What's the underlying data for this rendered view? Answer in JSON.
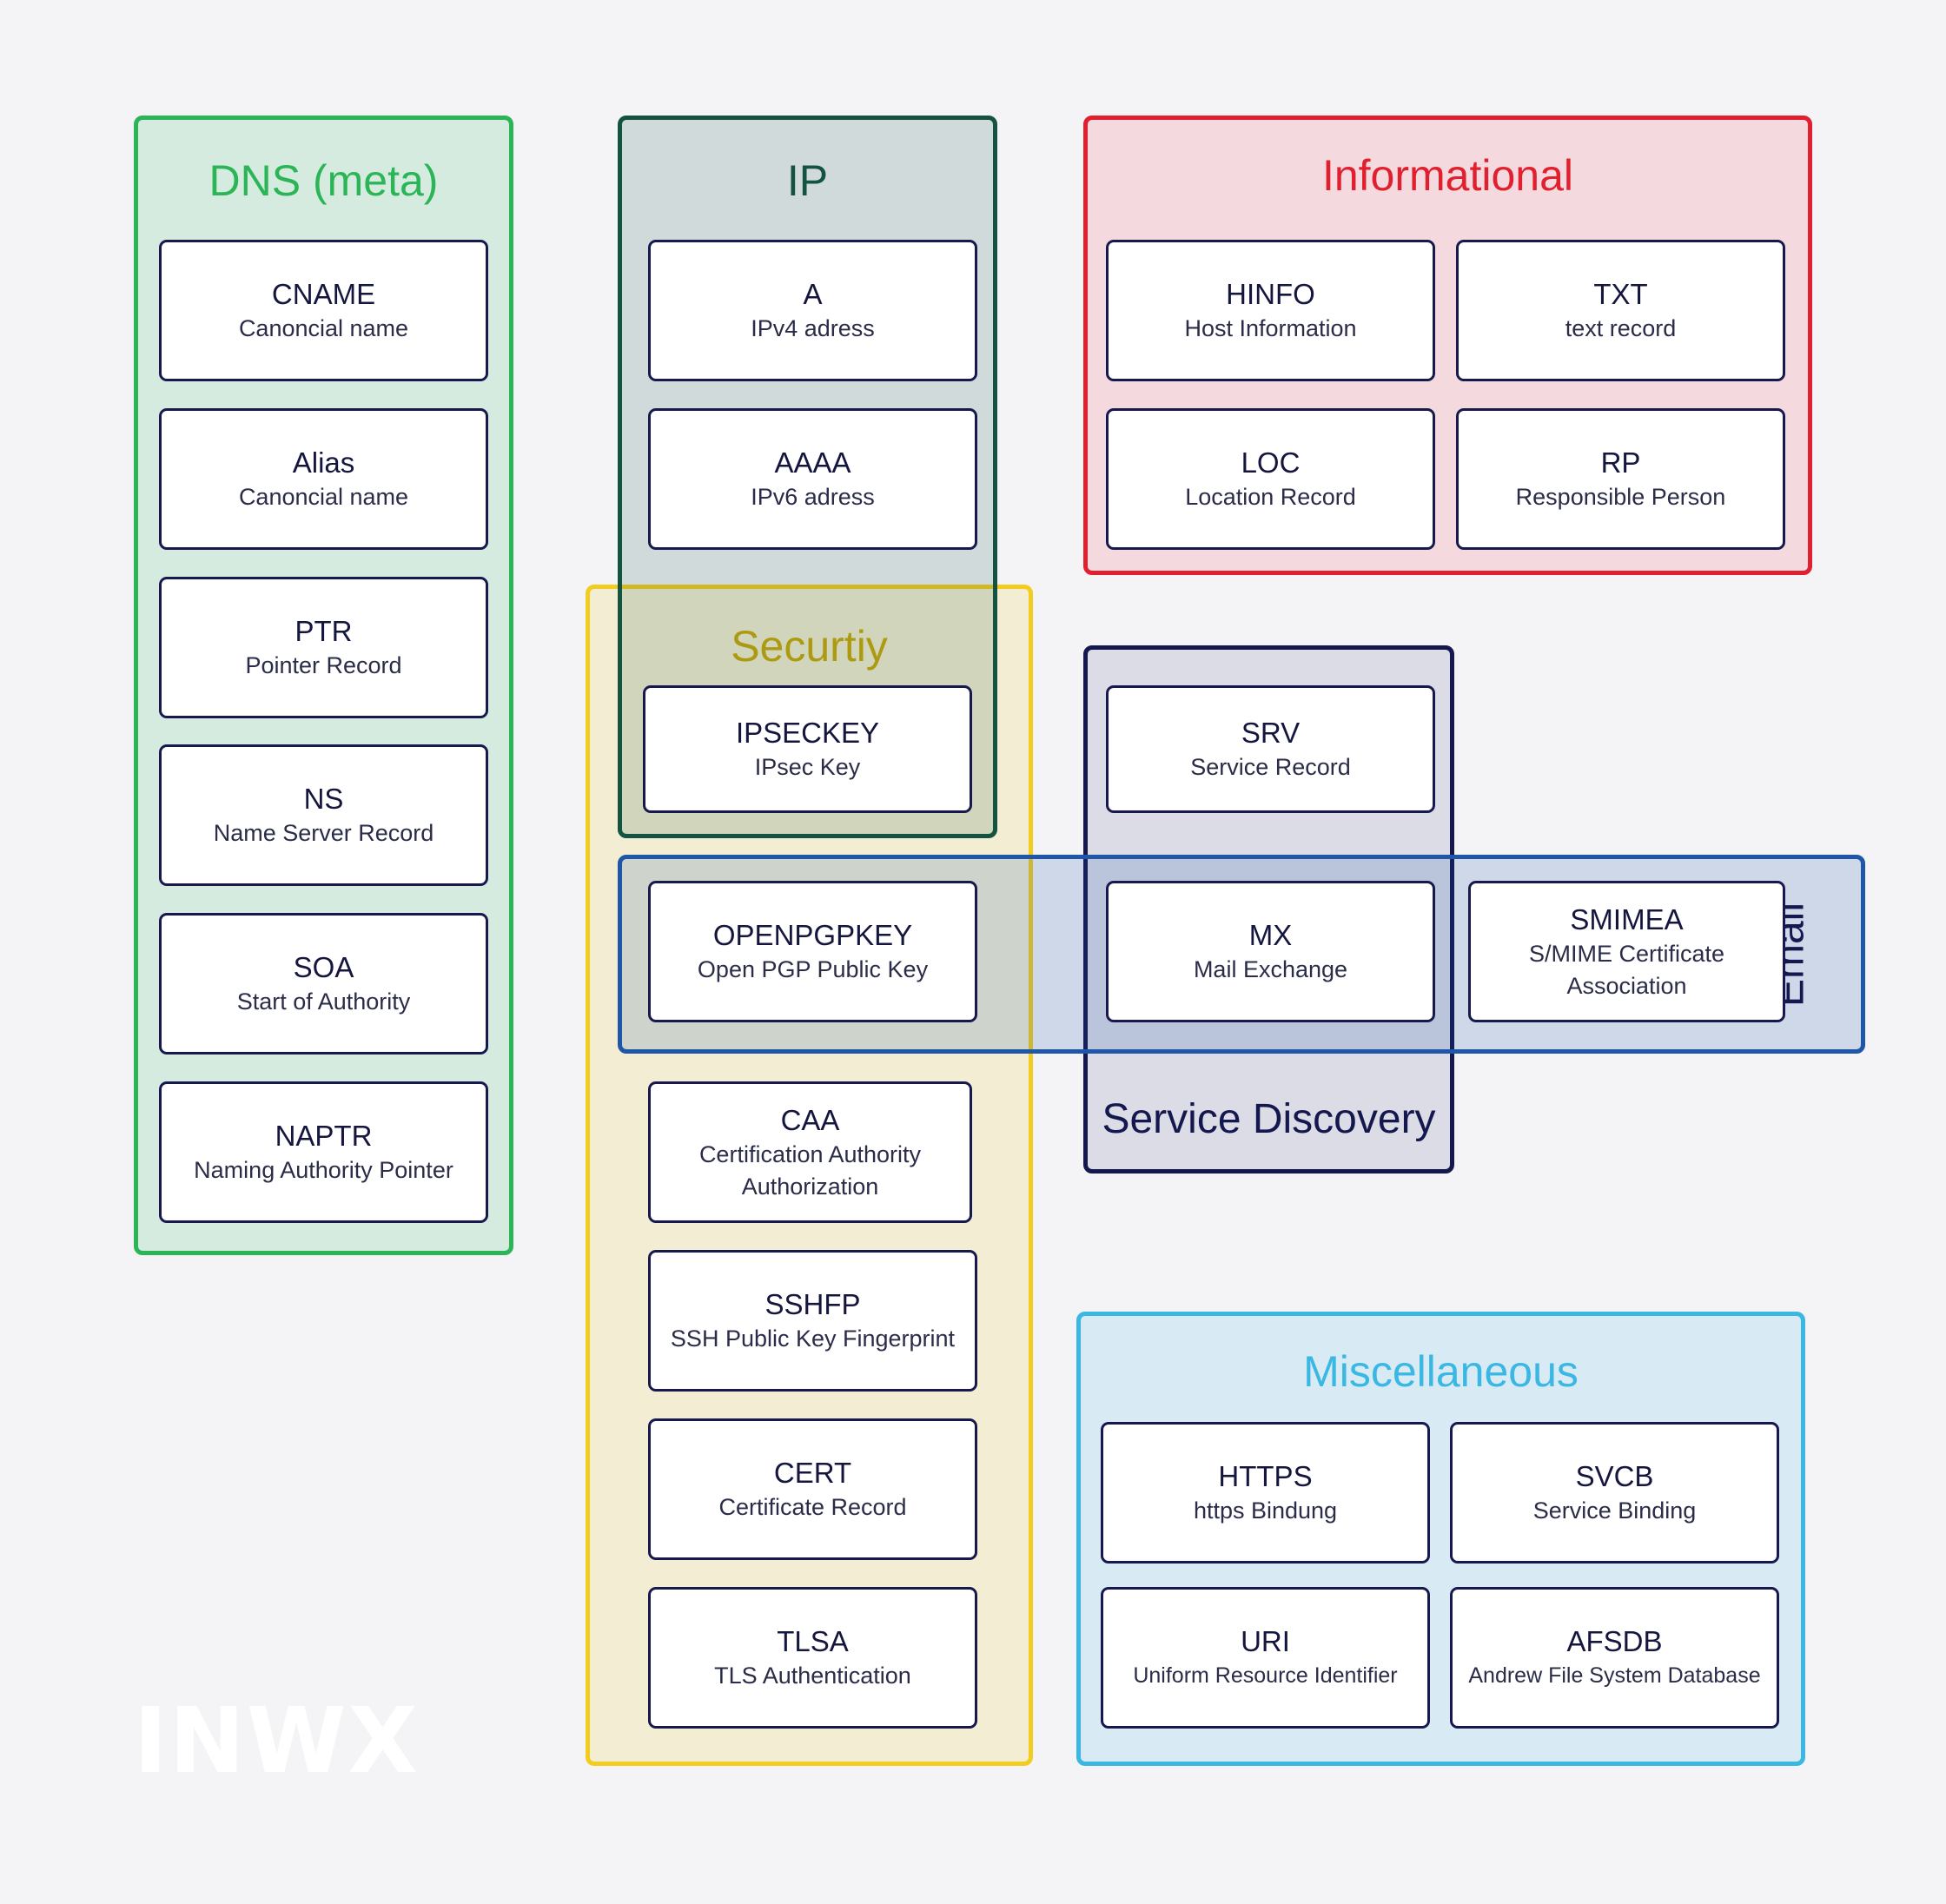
{
  "groups": {
    "dns": "DNS (meta)",
    "ip": "IP",
    "informational": "Informational",
    "security": "Securtiy",
    "service_discovery": "Service Discovery",
    "email": "Email",
    "misc": "Miscellaneous"
  },
  "records": {
    "cname": {
      "code": "CNAME",
      "desc": "Canoncial name"
    },
    "alias": {
      "code": "Alias",
      "desc": "Canoncial name"
    },
    "ptr": {
      "code": "PTR",
      "desc": "Pointer Record"
    },
    "ns": {
      "code": "NS",
      "desc": "Name Server Record"
    },
    "soa": {
      "code": "SOA",
      "desc": "Start of Authority"
    },
    "naptr": {
      "code": "NAPTR",
      "desc": "Naming Authority Pointer"
    },
    "a": {
      "code": "A",
      "desc": "IPv4 adress"
    },
    "aaaa": {
      "code": "AAAA",
      "desc": "IPv6 adress"
    },
    "hinfo": {
      "code": "HINFO",
      "desc": "Host Information"
    },
    "txt": {
      "code": "TXT",
      "desc": "text record"
    },
    "loc": {
      "code": "LOC",
      "desc": "Location Record"
    },
    "rp": {
      "code": "RP",
      "desc": "Responsible Person"
    },
    "ipseckey": {
      "code": "IPSECKEY",
      "desc": "IPsec Key"
    },
    "srv": {
      "code": "SRV",
      "desc": "Service Record"
    },
    "openpgpkey": {
      "code": "OPENPGPKEY",
      "desc": "Open PGP Public Key"
    },
    "mx": {
      "code": "MX",
      "desc": "Mail Exchange"
    },
    "smimea": {
      "code": "SMIMEA",
      "desc": "S/MIME Certificate Association"
    },
    "caa": {
      "code": "CAA",
      "desc": "Certification Authority Authorization"
    },
    "sshfp": {
      "code": "SSHFP",
      "desc": "SSH Public Key Fingerprint"
    },
    "cert": {
      "code": "CERT",
      "desc": "Certificate Record"
    },
    "tlsa": {
      "code": "TLSA",
      "desc": "TLS Authentication"
    },
    "https": {
      "code": "HTTPS",
      "desc": "https Bindung"
    },
    "svcb": {
      "code": "SVCB",
      "desc": "Service Binding"
    },
    "uri": {
      "code": "URI",
      "desc": "Uniform Resource Identifier"
    },
    "afsdb": {
      "code": "AFSDB",
      "desc": "Andrew File System Database"
    }
  },
  "logo": "INWX",
  "colors": {
    "dns": "#2cb557",
    "ip": "#14533f",
    "informational": "#e0202f",
    "security": "#f2cd1f",
    "service_discovery": "#14184e",
    "email": "#1f56a7",
    "misc": "#3ab7e3"
  }
}
